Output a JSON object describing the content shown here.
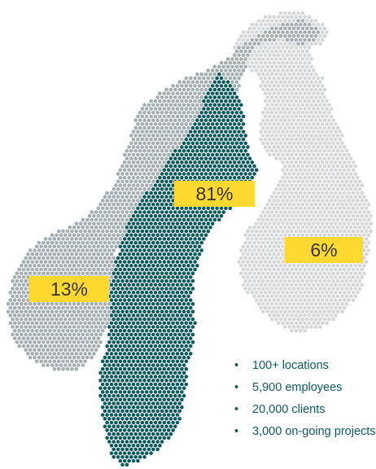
{
  "map": {
    "regions": [
      {
        "id": "sweden",
        "label": "81%",
        "share": 81,
        "color": "#0d5a5e"
      },
      {
        "id": "norway",
        "label": "13%",
        "share": 13,
        "color": "#a3adb2"
      },
      {
        "id": "finland",
        "label": "6%",
        "share": 6,
        "color": "#d4d6d7"
      }
    ],
    "label_color": "#ffd92f"
  },
  "facts": [
    {
      "bullet": "•",
      "text": "100+ locations"
    },
    {
      "bullet": "•",
      "text": "5,900 employees"
    },
    {
      "bullet": "•",
      "text": "20,000 clients"
    },
    {
      "bullet": "•",
      "text": "3,000 on-going projects"
    }
  ]
}
